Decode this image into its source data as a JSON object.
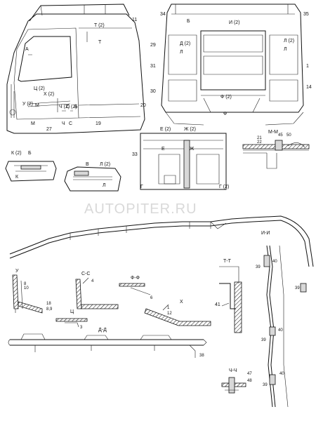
{
  "watermark": "AUTOPITER.RU",
  "views": {
    "side": {
      "callouts": [
        "11",
        "T (2)",
        "T",
        "A",
        "X (2)",
        "Ц (2)",
        "У (2)",
        "М",
        "M",
        "Ч (2)",
        "C (2)",
        "Ч",
        "C",
        "27",
        "19",
        "20",
        "Б"
      ]
    },
    "rear": {
      "callouts": [
        "34",
        "35",
        "Б",
        "И (2)",
        "Д (2)",
        "Л",
        "Л (2)",
        "Л",
        "29",
        "31",
        "1",
        "30",
        "14",
        "Ф (2)",
        "Ф"
      ]
    },
    "detail_kb": {
      "callouts": [
        "К (2)",
        "Б",
        "К"
      ]
    },
    "detail_vl": {
      "callouts": [
        "В",
        "Л (2)",
        "Л"
      ]
    },
    "interior": {
      "callouts": [
        "Е (2)",
        "Ж (2)",
        "Е",
        "Ж",
        "33",
        "Г",
        "Г (2)"
      ]
    },
    "section_mm": {
      "title": "М-М",
      "callouts": [
        "21",
        "22",
        "45",
        "50"
      ]
    },
    "section_ii": {
      "title": "И-И",
      "callouts": [
        "40",
        "39",
        "39",
        "40",
        "39",
        "40",
        "39"
      ]
    },
    "section_u": {
      "title": "У",
      "callouts": [
        "8",
        "10",
        "18",
        "8,9"
      ]
    },
    "section_cs": {
      "title": "С-С",
      "callouts": [
        "4"
      ]
    },
    "section_ts": {
      "title": "Ц",
      "callouts": [
        "3"
      ]
    },
    "section_ff": {
      "title": "Ф-Ф",
      "callouts": [
        "6"
      ]
    },
    "section_x": {
      "title": "Х",
      "callouts": [
        "1",
        "12"
      ]
    },
    "section_tt": {
      "title": "Т-Т",
      "callouts": [
        "41"
      ]
    },
    "section_dd": {
      "title": "Д-Д",
      "callouts": [
        "38"
      ]
    },
    "section_chch": {
      "title": "Ч-Ч",
      "callouts": [
        "47",
        "48"
      ]
    }
  }
}
